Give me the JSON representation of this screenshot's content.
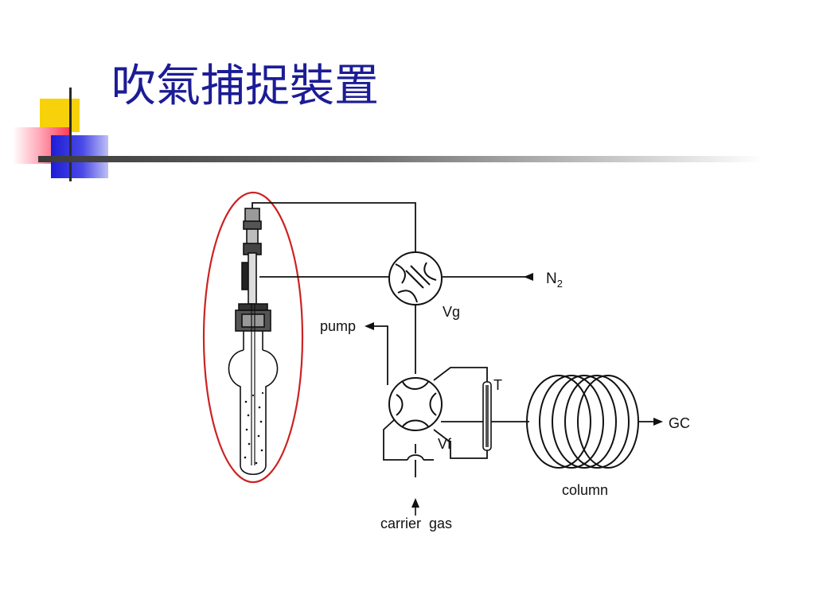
{
  "slide": {
    "title": "吹氣捕捉裝置"
  },
  "diagram": {
    "labels": {
      "n2": "N",
      "n2_sub": "2",
      "vg": "Vg",
      "pump": "pump",
      "t": "T",
      "vf": "Vf",
      "gc": "GC",
      "column": "column",
      "carrier_gas": "carrier  gas"
    },
    "highlight_color": "#cc2222"
  }
}
